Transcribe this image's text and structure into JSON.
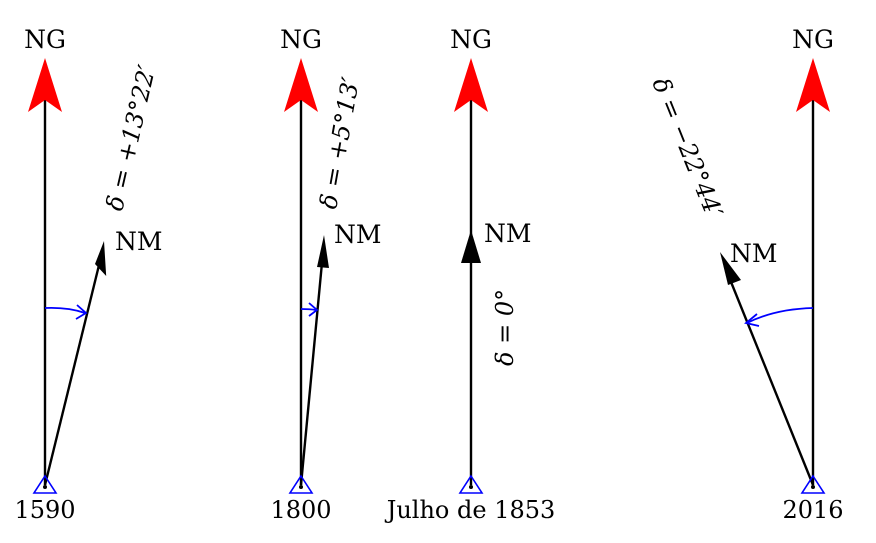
{
  "panels": [
    {
      "year": "1590",
      "ng_label": "NG",
      "nm_label": "NM",
      "declination": "δ = +13°22′",
      "declination_deg": 13.37
    },
    {
      "year": "1800",
      "ng_label": "NG",
      "nm_label": "NM",
      "declination": "δ = +5°13′",
      "declination_deg": 5.22
    },
    {
      "year": "Julho de 1853",
      "ng_label": "NG",
      "nm_label": "NM",
      "declination": "δ = 0°",
      "declination_deg": 0
    },
    {
      "year": "2016",
      "ng_label": "NG",
      "nm_label": "NM",
      "declination": "δ = −22°44′",
      "declination_deg": -22.73
    }
  ],
  "colors": {
    "ng_arrow": "#ff0000",
    "arc": "#0000ff",
    "station": "#0000ff",
    "line": "#000000"
  }
}
